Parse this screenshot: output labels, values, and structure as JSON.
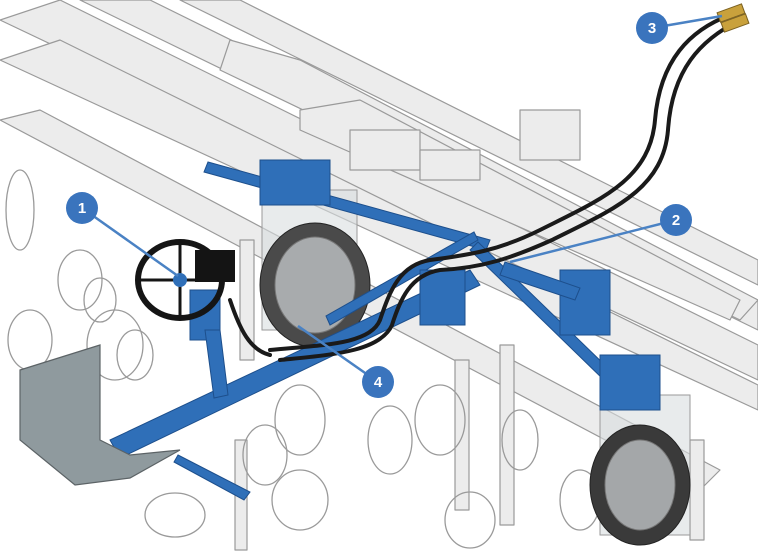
{
  "diagram": {
    "colors": {
      "background": "#ffffff",
      "frame_line": "#9a9a9a",
      "frame_fill": "#ececec",
      "frame_dark": "#bdbdbd",
      "assembly_blue": "#2f6fb8",
      "assembly_blue_dark": "#1d4f8c",
      "hose": "#1a1a1a",
      "seat": "#8f9a9e",
      "callout_badge": "#3a74bd",
      "callout_line": "#4a82c4",
      "callout_text": "#ffffff"
    },
    "callouts": [
      {
        "id": "1",
        "label": "1",
        "target": "steering-wheel"
      },
      {
        "id": "2",
        "label": "2",
        "target": "cylinder-mount"
      },
      {
        "id": "3",
        "label": "3",
        "target": "hydraulic-couplers"
      },
      {
        "id": "4",
        "label": "4",
        "target": "valve-block"
      }
    ]
  }
}
